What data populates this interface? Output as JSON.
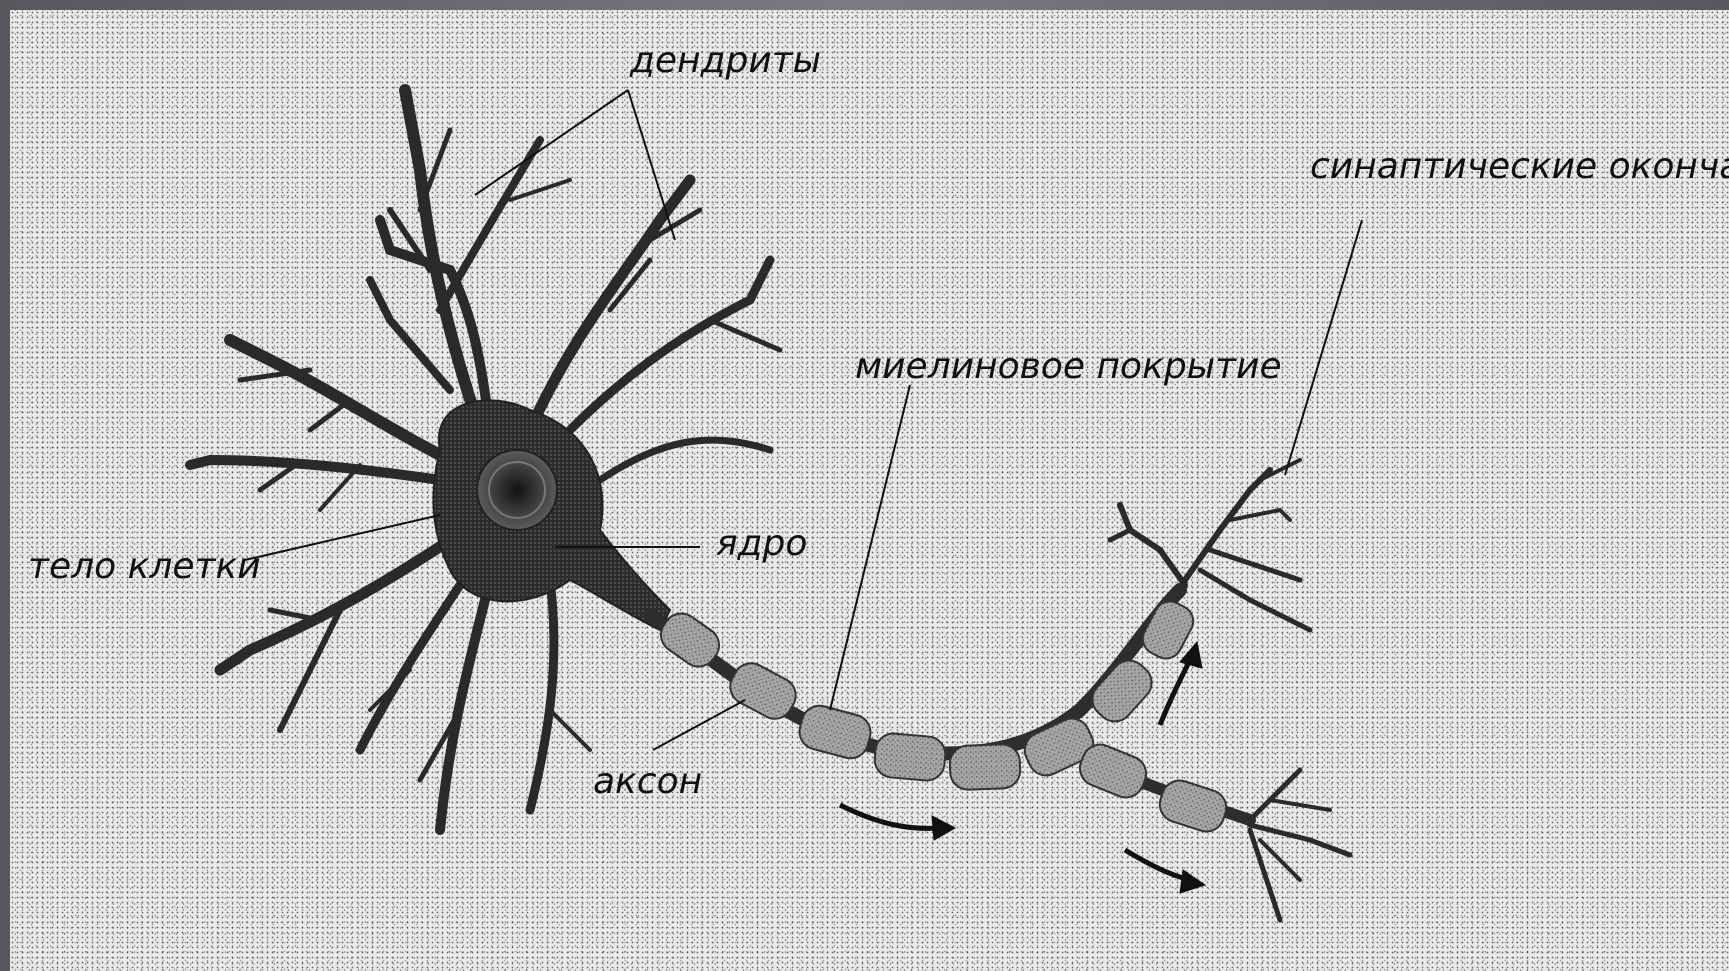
{
  "labels": {
    "dendrites": "дендриты",
    "synaptic_endings": "синаптические окончания",
    "myelin": "миелиновое покрытие",
    "cell_body": "тело клетки",
    "nucleus": "ядро",
    "axon": "аксон"
  },
  "colors": {
    "ink": "#111111",
    "neuron_body": "#3a3a3a",
    "myelin_fill": "#9a9a9a",
    "background": "#e9e9e9"
  }
}
